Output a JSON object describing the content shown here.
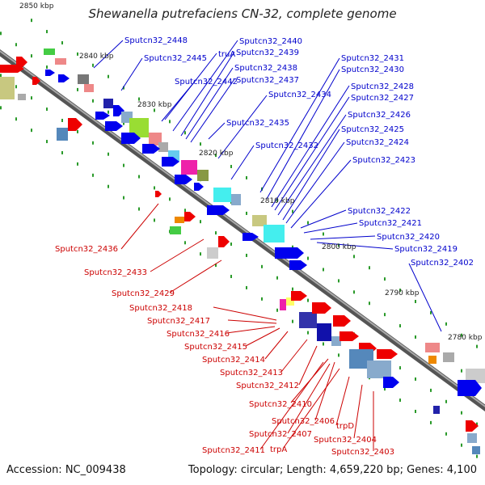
{
  "title": "Shewanella putrefaciens CN-32, complete genome",
  "footer": {
    "accession": "Accession: NC_009438",
    "summary": "Topology: circular; Length: 4,659,220 bp; Genes: 4,100"
  },
  "colors": {
    "forward_gene": "#0000ee",
    "reverse_gene": "#ee0000",
    "forward_label": "#0000cc",
    "reverse_label": "#cc0000",
    "backbone": "#777777",
    "dots": "#2a9a2a"
  },
  "map": {
    "kbp_labels": [
      "2850 kbp",
      "2840 kbp",
      "2830 kbp",
      "2820 kbp",
      "2810 kbp",
      "2800 kbp",
      "2790 kbp",
      "2780 kbp"
    ],
    "forward_labels": [
      "Sputcn32_2448",
      "Sputcn32_2445",
      "truA",
      "Sputcn32_2442",
      "Sputcn32_2440",
      "Sputcn32_2439",
      "Sputcn32_2438",
      "Sputcn32_2437",
      "Sputcn32_2434",
      "Sputcn32_2435",
      "Sputcn32_2432",
      "Sputcn32_2431",
      "Sputcn32_2430",
      "Sputcn32_2428",
      "Sputcn32_2427",
      "Sputcn32_2426",
      "Sputcn32_2425",
      "Sputcn32_2424",
      "Sputcn32_2423",
      "Sputcn32_2422",
      "Sputcn32_2421",
      "Sputcn32_2420",
      "Sputcn32_2419",
      "Sputcn32_2402"
    ],
    "reverse_labels": [
      "Sputcn32_2436",
      "Sputcn32_2433",
      "Sputcn32_2429",
      "Sputcn32_2418",
      "Sputcn32_2417",
      "Sputcn32_2416",
      "Sputcn32_2415",
      "Sputcn32_2414",
      "Sputcn32_2413",
      "Sputcn32_2412",
      "Sputcn32_2410",
      "Sputcn32_2406",
      "trpD",
      "Sputcn32_2407",
      "Sputcn32_2404",
      "Sputcn32_2411",
      "trpA",
      "Sputcn32_2403"
    ]
  }
}
